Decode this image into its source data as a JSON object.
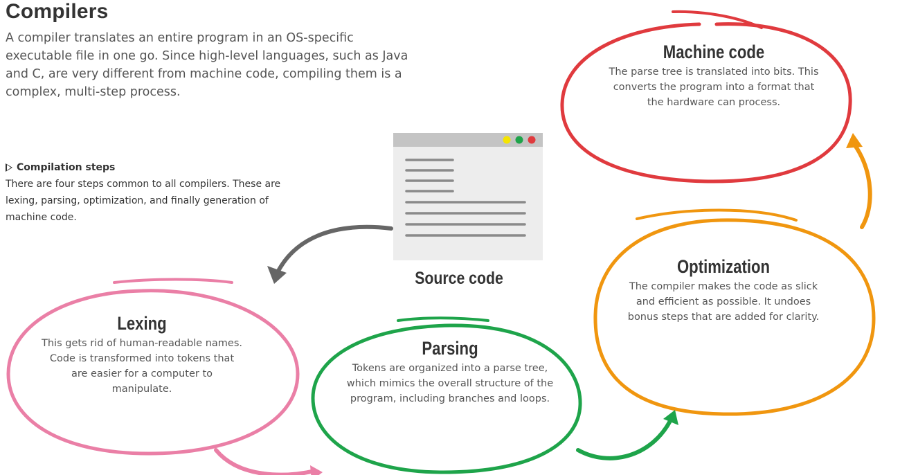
{
  "title": "Compilers",
  "intro": "A compiler translates an entire program in an OS-specific executable file in one go. Since high-level languages, such as Java and C, are very different from machine code, compiling them is a complex, multi-step process.",
  "compilation_steps": {
    "heading": "Compilation steps",
    "body": "There are four steps common to all compilers. These are lexing, parsing, optimization, and finally generation of machine code."
  },
  "source_code": {
    "label": "Source code"
  },
  "steps": {
    "machine_code": {
      "title": "Machine code",
      "description": "The parse tree is translated into bits. This converts the program into a format that the hardware can process."
    },
    "optimization": {
      "title": "Optimization",
      "description": "The compiler makes the code as slick and efficient as possible. It undoes bonus steps that are added for clarity."
    },
    "lexing": {
      "title": "Lexing",
      "description": "This gets rid of human-readable names. Code is transformed into tokens that are easier for a computer to manipulate."
    },
    "parsing": {
      "title": "Parsing",
      "description": "Tokens are organized into a parse tree, which mimics the overall structure of the program, including branches and loops."
    }
  },
  "colors": {
    "machine_code": "#e03a3e",
    "optimization": "#f0960f",
    "lexing": "#ea7fa6",
    "parsing": "#1ea44a",
    "source_arrow": "#666666",
    "window_dot_yellow": "#f5e400",
    "window_dot_green": "#1ea44a",
    "window_dot_red": "#e03a3e"
  }
}
